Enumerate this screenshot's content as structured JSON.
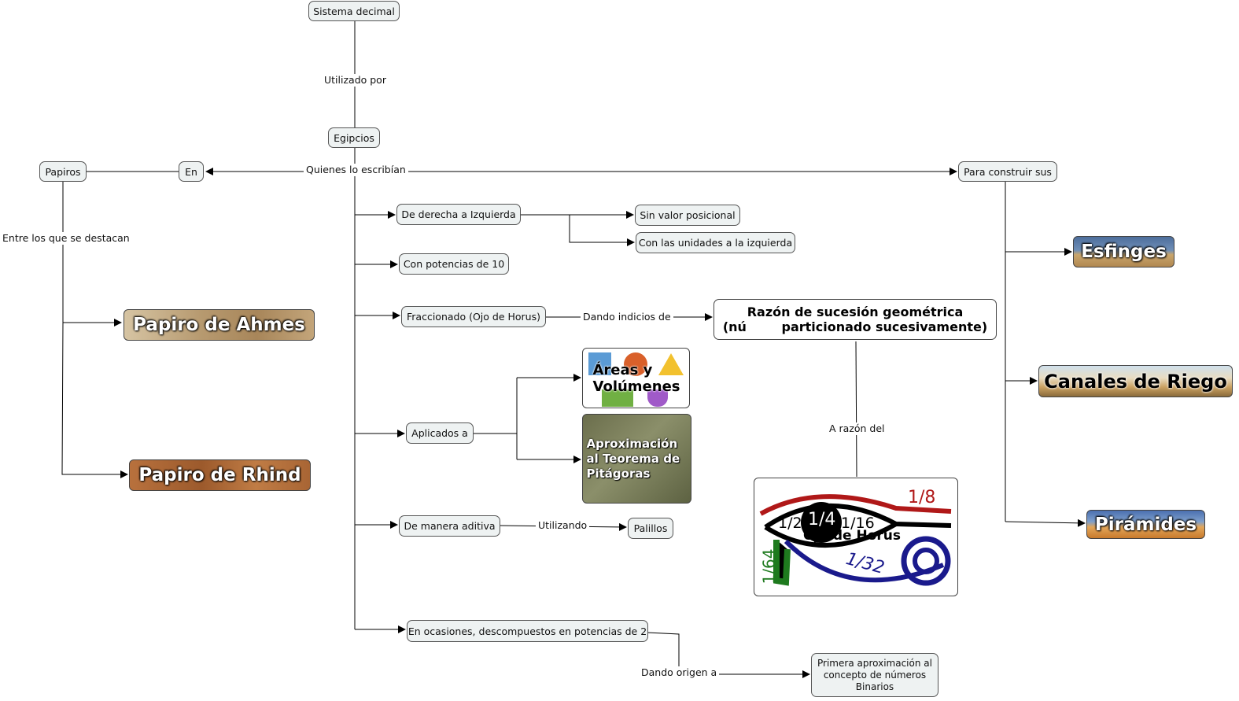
{
  "nodes": {
    "sistema_decimal": "Sistema decimal",
    "egipcios": "Egipcios",
    "papiros": "Papiros",
    "en": "En",
    "para_construir": "Para construir sus",
    "derecha_izquierda": "De derecha a Izquierda",
    "sin_valor": "Sin valor posicional",
    "con_unidades": "Con las unidades a la izquierda",
    "potencias_10": "Con potencias de 10",
    "fraccionado": "Fraccionado (Ojo de Horus)",
    "aplicados": "Aplicados a",
    "aditiva": "De manera aditiva",
    "palillos": "Palillos",
    "potencias_2": "En ocasiones, descompuestos en potencias de 2",
    "binarios": "Primera aproximación al concepto de números Binarios"
  },
  "image_nodes": {
    "ahmes": "Papiro de Ahmes",
    "rhind": "Papiro de Rhind",
    "esfinges": "Esfinges",
    "canales": "Canales de Riego",
    "piramides": "Pirámides",
    "razon_line1": "Razón de sucesión geométrica",
    "razon_line2": "(nú        particionado sucesivamente)",
    "areas": "Áreas y Volúmenes",
    "pitagoras": "Aproximación al Teorema de Pitágoras",
    "horus": "Ojo de Horus",
    "horus_fractions": [
      "1/2",
      "1/4",
      "1/8",
      "1/16",
      "1/32",
      "1/64"
    ]
  },
  "links": {
    "utilizado_por": "Utilizado por",
    "quienes": "Quienes lo escribían",
    "destacan": "Entre los que se destacan",
    "dando_indicios": "Dando indicios de",
    "a_razon": "A razón del",
    "utilizando": "Utilizando",
    "dando_origen": "Dando origen a"
  },
  "colors": {
    "node_fill": "#eef2f2",
    "node_border": "#555555",
    "edge": "#000000",
    "horus_red": "#b01818",
    "horus_blue": "#1a1a8c",
    "horus_green": "#1e7a1e"
  }
}
